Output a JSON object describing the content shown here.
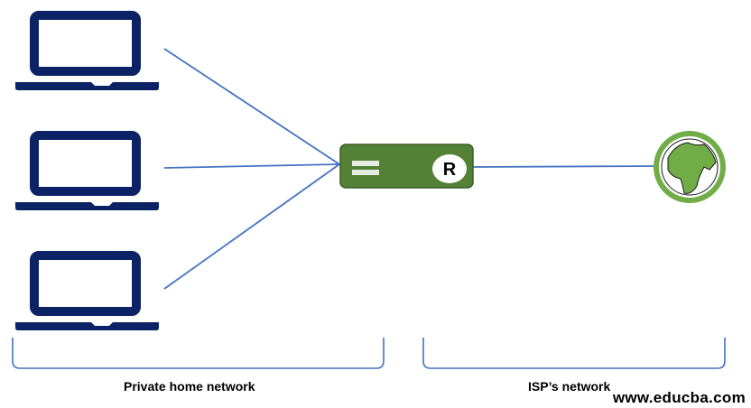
{
  "router": {
    "label": "R"
  },
  "labels": {
    "private": "Private home network",
    "isp": "ISP’s network"
  },
  "watermark": "www.educba.com",
  "colors": {
    "laptop": "#0b2265",
    "line": "#4472c4",
    "router": "#538135",
    "globe": "#70ad47",
    "brace": "#4472c4"
  }
}
